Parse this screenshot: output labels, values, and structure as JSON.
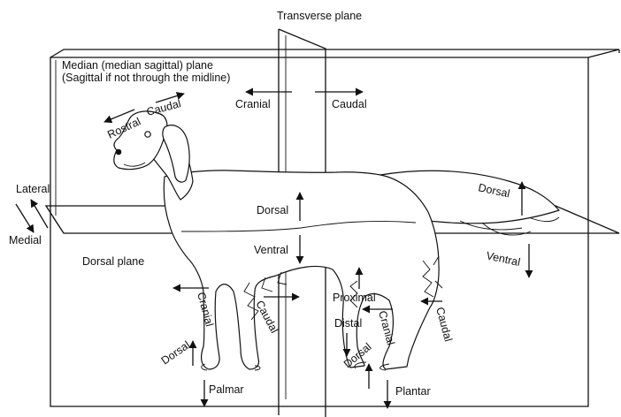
{
  "planes": {
    "transverse": "Transverse plane",
    "median": "Median (median sagittal) plane",
    "median_note": "(Sagittal if not through the midline)",
    "dorsal": "Dorsal plane"
  },
  "directions": {
    "cranial_top": "Cranial",
    "caudal_top": "Caudal",
    "rostral": "Rostral",
    "caudal_head": "Caudal",
    "lateral": "Lateral",
    "medial": "Medial",
    "dorsal_body": "Dorsal",
    "ventral_body": "Ventral",
    "dorsal_tail": "Dorsal",
    "ventral_tail": "Ventral",
    "cranial_foreleg": "Cranial",
    "caudal_foreleg": "Caudal",
    "dorsal_forepaw": "Dorsal",
    "palmar": "Palmar",
    "proximal": "Proximal",
    "distal": "Distal",
    "cranial_hindleg": "Cranial",
    "dorsal_hindpaw": "Dorsal",
    "plantar": "Plantar",
    "caudal_hindleg": "Caudal"
  }
}
